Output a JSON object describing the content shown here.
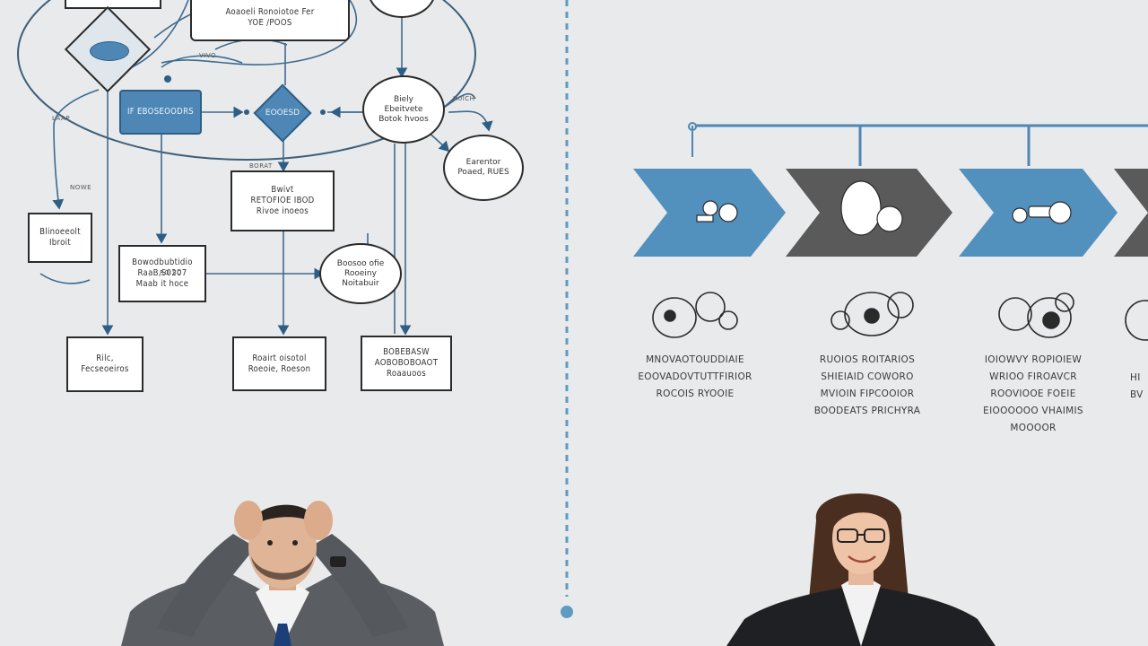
{
  "flowchart": {
    "top_box": {
      "line1": "Aoaoeli Ronoiotoe Fer",
      "line2": "YOE /POOS"
    },
    "top_blue_box": "IF EBOSEOODRS",
    "blue_diamond": "EOOESD",
    "circle_right": {
      "line1": "Biely",
      "line2": "Ebeitvete",
      "line3": "Botok hvoos"
    },
    "circle_far": {
      "line1": "Earentor",
      "line2": "Poaed, RUES"
    },
    "mid_box": {
      "line1": "Bwivt",
      "line2": "RETOFIOE IBOD",
      "line3": "Rivoe inoeos"
    },
    "left_box": {
      "line1": "Blinoeeolt",
      "line2": "Ibroit"
    },
    "center_box": {
      "line1": "Bowodbubtidio",
      "line2": "RaaB,S0207",
      "line3": "Maab it hoce"
    },
    "circle_mid": {
      "line1": "Boosoo ofie",
      "line2": "Rooeiny",
      "line3": "Noitabuir"
    },
    "bottom_left": {
      "line1": "Rilc,",
      "line2": "Fecseoeiros"
    },
    "bottom_mid": {
      "line1": "Roairt oisotol",
      "line2": "Roeoie, Roeson"
    },
    "bottom_right": {
      "line1": "BOBEBASW",
      "line2": "AOBOBOBOAOT",
      "line3": "Roaauoos"
    },
    "tags": {
      "t1": "NOWE",
      "t2": "LAAP",
      "t3": "VIVO",
      "t4": "H0ICH",
      "t5": "BORAT",
      "t6": "RO SD"
    }
  },
  "process": {
    "steps": [
      {
        "caption": [
          "MNOVAOTOUDDIAIE",
          "EOOVADOVTUTTFIRIOR",
          "ROCOIS RYOOIE"
        ]
      },
      {
        "caption": [
          "RUOIOS ROITARIOS",
          "SHIEIAID COWORO",
          "MVIOIN FIPCOOIOR",
          "BOODEATS PRICHYRA"
        ]
      },
      {
        "caption": [
          "IOIOWVY ROPIOIEW",
          "WRIOO FIROAVCR",
          "ROOVIOOE FOEIE",
          "EIOOOOOO VHAIMIS",
          "MOOOOR"
        ]
      },
      {
        "caption": [
          "HI",
          "BV"
        ]
      }
    ],
    "colors": {
      "blue": "#5290be",
      "gray": "#5a5a5a"
    }
  },
  "colors": {
    "ink": "#2b2b2b",
    "accent": "#4e87b6",
    "divider": "#5f9bc0"
  }
}
